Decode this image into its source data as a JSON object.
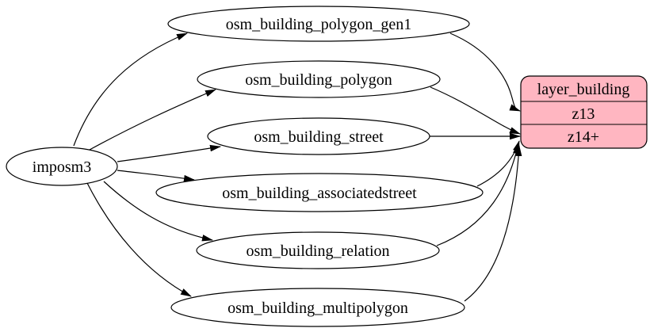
{
  "diagram": {
    "source": {
      "label": "imposm3"
    },
    "tables": [
      {
        "label": "osm_building_polygon_gen1"
      },
      {
        "label": "osm_building_polygon"
      },
      {
        "label": "osm_building_street"
      },
      {
        "label": "osm_building_associatedstreet"
      },
      {
        "label": "osm_building_relation"
      },
      {
        "label": "osm_building_multipolygon"
      }
    ],
    "layer": {
      "title": "layer_building",
      "rows": [
        "z13",
        "z14+"
      ]
    },
    "edges": [
      {
        "from": "imposm3",
        "to": "osm_building_polygon_gen1"
      },
      {
        "from": "imposm3",
        "to": "osm_building_polygon"
      },
      {
        "from": "imposm3",
        "to": "osm_building_street"
      },
      {
        "from": "imposm3",
        "to": "osm_building_associatedstreet"
      },
      {
        "from": "imposm3",
        "to": "osm_building_relation"
      },
      {
        "from": "imposm3",
        "to": "osm_building_multipolygon"
      },
      {
        "from": "osm_building_polygon_gen1",
        "to": "layer_building",
        "row": "z13"
      },
      {
        "from": "osm_building_polygon",
        "to": "layer_building",
        "row": "z14+"
      },
      {
        "from": "osm_building_street",
        "to": "layer_building",
        "row": "z14+"
      },
      {
        "from": "osm_building_associatedstreet",
        "to": "layer_building",
        "row": "z14+"
      },
      {
        "from": "osm_building_relation",
        "to": "layer_building",
        "row": "z14+"
      },
      {
        "from": "osm_building_multipolygon",
        "to": "layer_building",
        "row": "z14+"
      }
    ],
    "colors": {
      "record_fill": "#ffb6c1",
      "node_fill": "#ffffff",
      "stroke": "#000000",
      "edge": "#000000",
      "background": "#ffffff"
    }
  }
}
